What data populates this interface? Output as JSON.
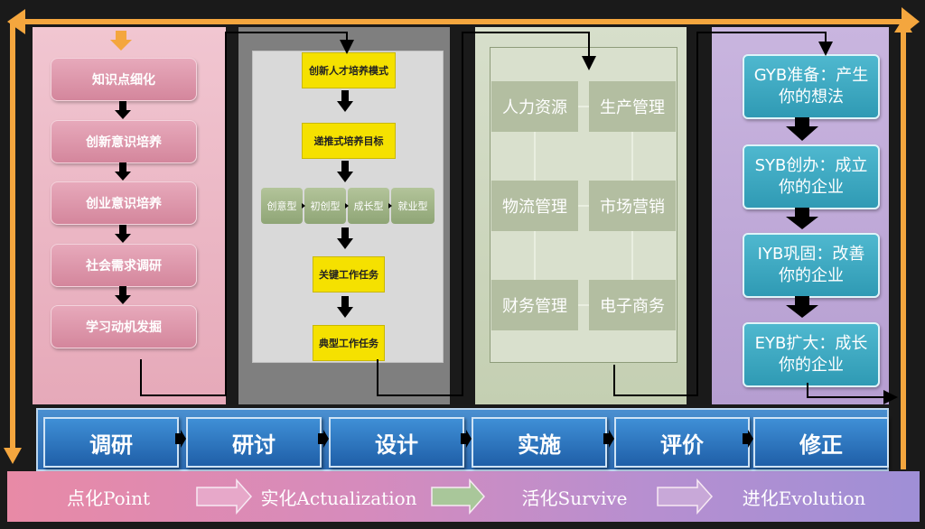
{
  "col1": {
    "items": [
      "知识点细化",
      "创新意识培养",
      "创业意识培养",
      "社会需求调研",
      "学习动机发掘"
    ]
  },
  "col2": {
    "mode": "创新人才培养模式",
    "goal": "递推式培养目标",
    "types": [
      "创意型",
      "初创型",
      "成长型",
      "就业型"
    ],
    "task1": "关键工作任务",
    "task2": "典型工作任务"
  },
  "col3": {
    "fields": [
      "人力资源",
      "生产管理",
      "物流管理",
      "市场营销",
      "财务管理",
      "电子商务"
    ]
  },
  "col4": {
    "items": [
      "GYB准备：产生你的想法",
      "SYB创办：成立你的企业",
      "IYB巩固：改善你的企业",
      "EYB扩大：成长你的企业"
    ]
  },
  "steps": [
    "调研",
    "研讨",
    "设计",
    "实施",
    "评价",
    "修正"
  ],
  "phases": [
    "点化Point",
    "实化Actualization",
    "活化Survive",
    "进化Evolution"
  ],
  "colors": {
    "frame_orange": "#f4a63e",
    "step_blue": "#2a6fb8",
    "teal": "#3aa8c2",
    "yellow": "#f5e100"
  }
}
